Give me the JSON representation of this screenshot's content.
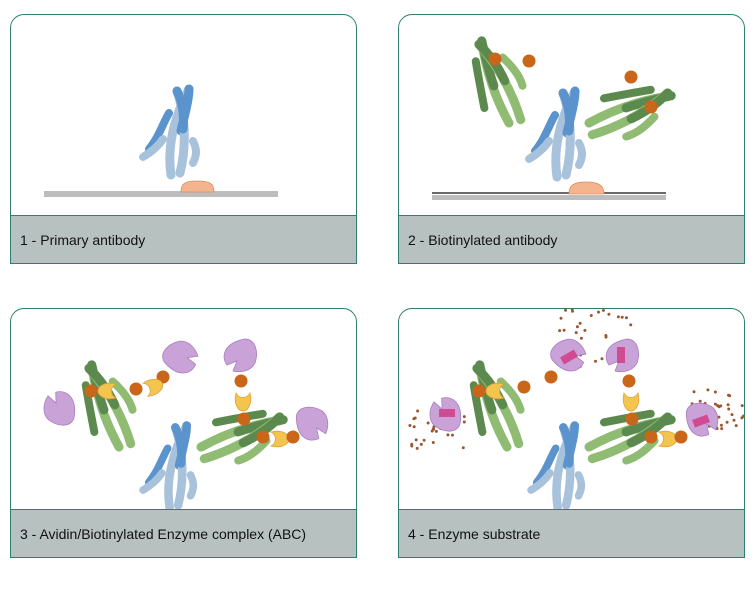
{
  "panels": [
    {
      "id": "p1",
      "caption": "1 - Primary antibody"
    },
    {
      "id": "p2",
      "caption": "2 - Biotinylated antibody"
    },
    {
      "id": "p3",
      "caption": "3 - Avidin/Biotinylated Enzyme complex (ABC)"
    },
    {
      "id": "p4",
      "caption": "4 - Enzyme substrate"
    }
  ],
  "colors": {
    "frame": "#2f7f6e",
    "caption_bg": "#b7c2c0",
    "surface": "#bdbdbd",
    "antigen": "#f4b48e",
    "primary_dark": "#5b93cd",
    "primary_light": "#a9c2dc",
    "secondary_dark": "#5c8a4e",
    "secondary_light": "#8fbc72",
    "biotin": "#c9661a",
    "avidin": "#f3c54f",
    "enzyme": "#c9a2d8",
    "enzyme_mark": "#d14b93",
    "substrate": "#9c5730"
  }
}
